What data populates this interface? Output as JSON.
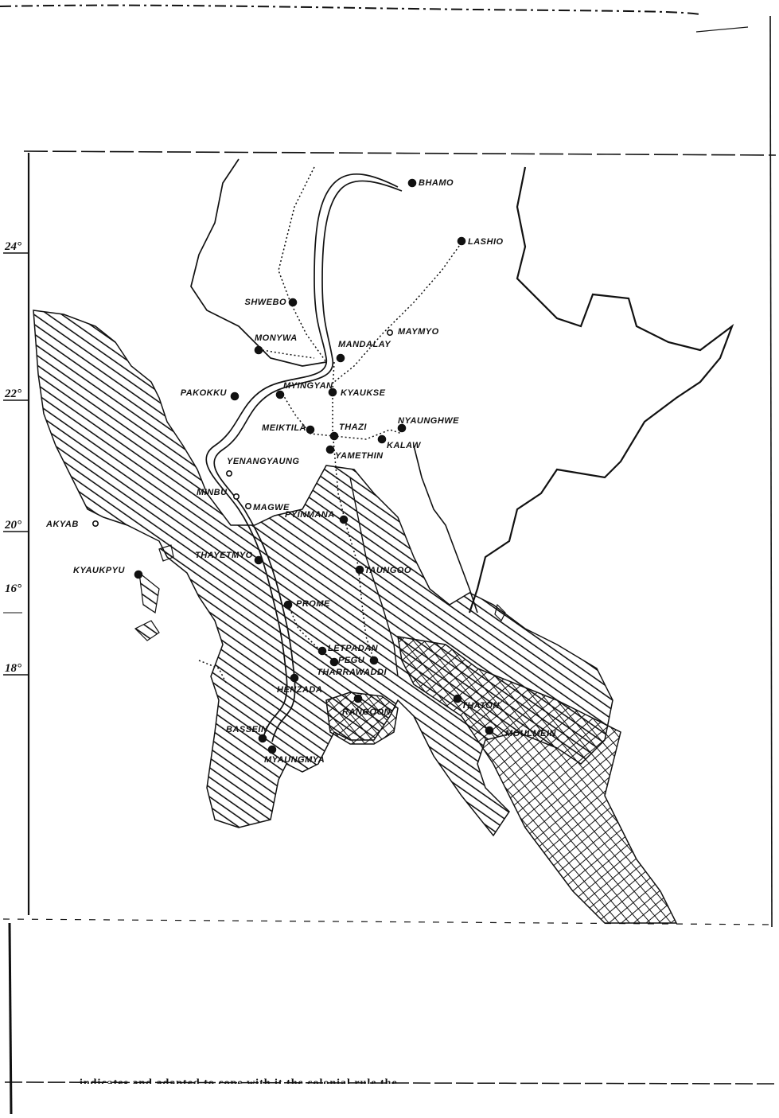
{
  "map": {
    "towns": [
      {
        "name": "BHAMO",
        "marker": "filled"
      },
      {
        "name": "LASHIO",
        "marker": "filled"
      },
      {
        "name": "SHWEBO",
        "marker": "filled"
      },
      {
        "name": "MAYMYO",
        "marker": "open"
      },
      {
        "name": "MONYWA",
        "marker": "filled"
      },
      {
        "name": "MANDALAY",
        "marker": "filled"
      },
      {
        "name": "PAKOKKU",
        "marker": "filled"
      },
      {
        "name": "MYINGYAN",
        "marker": "filled"
      },
      {
        "name": "KYAUKSE",
        "marker": "filled"
      },
      {
        "name": "MEIKTILA",
        "marker": "filled"
      },
      {
        "name": "THAZI",
        "marker": "filled"
      },
      {
        "name": "NYAUNGHWE",
        "marker": "filled"
      },
      {
        "name": "KALAW",
        "marker": "filled"
      },
      {
        "name": "YAMETHIN",
        "marker": "filled"
      },
      {
        "name": "YENANGYAUNG",
        "marker": "open"
      },
      {
        "name": "MINBU",
        "marker": "open"
      },
      {
        "name": "MAGWE",
        "marker": "open"
      },
      {
        "name": "PYINMANA",
        "marker": "filled"
      },
      {
        "name": "AKYAB",
        "marker": "open"
      },
      {
        "name": "THAYETMYO",
        "marker": "filled"
      },
      {
        "name": "KYAUKPYU",
        "marker": "filled"
      },
      {
        "name": "TAUNGOO",
        "marker": "filled"
      },
      {
        "name": "PROME",
        "marker": "filled"
      },
      {
        "name": "LETPADAN",
        "marker": "filled"
      },
      {
        "name": "PEGU",
        "marker": "filled"
      },
      {
        "name": "THARRAWADDI",
        "marker": "filled"
      },
      {
        "name": "HENZADA",
        "marker": "filled"
      },
      {
        "name": "RANGOON",
        "marker": "filled"
      },
      {
        "name": "THATON",
        "marker": "filled"
      },
      {
        "name": "MOULMEIN",
        "marker": "filled"
      },
      {
        "name": "BASSEIN",
        "marker": "filled"
      },
      {
        "name": "MYAUNGMYA",
        "marker": "filled"
      }
    ],
    "latitudes": [
      "24°",
      "22°",
      "20°",
      "18°",
      "16°"
    ]
  },
  "page": {
    "caption": "indicates and adapted to cope with it the colonial rule the"
  },
  "colors": {
    "ink": "#111111",
    "paper": "#ffffff"
  }
}
